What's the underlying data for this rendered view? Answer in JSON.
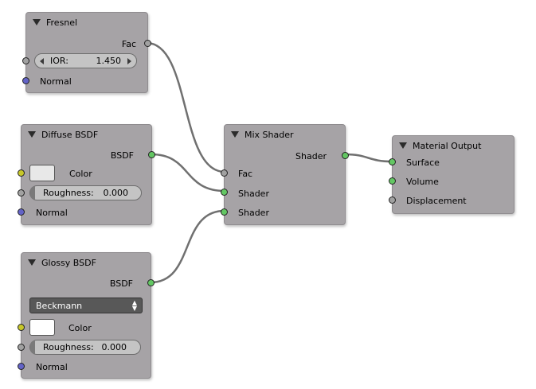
{
  "colors": {
    "wire": "#707070",
    "socket_gray": "#a1a1a1",
    "socket_green": "#63c763",
    "socket_yellow": "#c7c729",
    "socket_blue": "#6363c7",
    "node_bg": "#a6a3a6",
    "diffuse_color": "#e8e8e8",
    "glossy_color": "#ffffff"
  },
  "fresnel": {
    "title": "Fresnel",
    "output_fac": "Fac",
    "ior_label": "IOR:",
    "ior_value": "1.450",
    "input_normal": "Normal"
  },
  "diffuse": {
    "title": "Diffuse BSDF",
    "output_bsdf": "BSDF",
    "input_color": "Color",
    "roughness_label": "Roughness:",
    "roughness_value": "0.000",
    "input_normal": "Normal"
  },
  "glossy": {
    "title": "Glossy BSDF",
    "output_bsdf": "BSDF",
    "distribution": "Beckmann",
    "input_color": "Color",
    "roughness_label": "Roughness:",
    "roughness_value": "0.000",
    "input_normal": "Normal"
  },
  "mix": {
    "title": "Mix Shader",
    "output_shader": "Shader",
    "input_fac": "Fac",
    "input_shader1": "Shader",
    "input_shader2": "Shader"
  },
  "output": {
    "title": "Material Output",
    "input_surface": "Surface",
    "input_volume": "Volume",
    "input_displacement": "Displacement"
  }
}
